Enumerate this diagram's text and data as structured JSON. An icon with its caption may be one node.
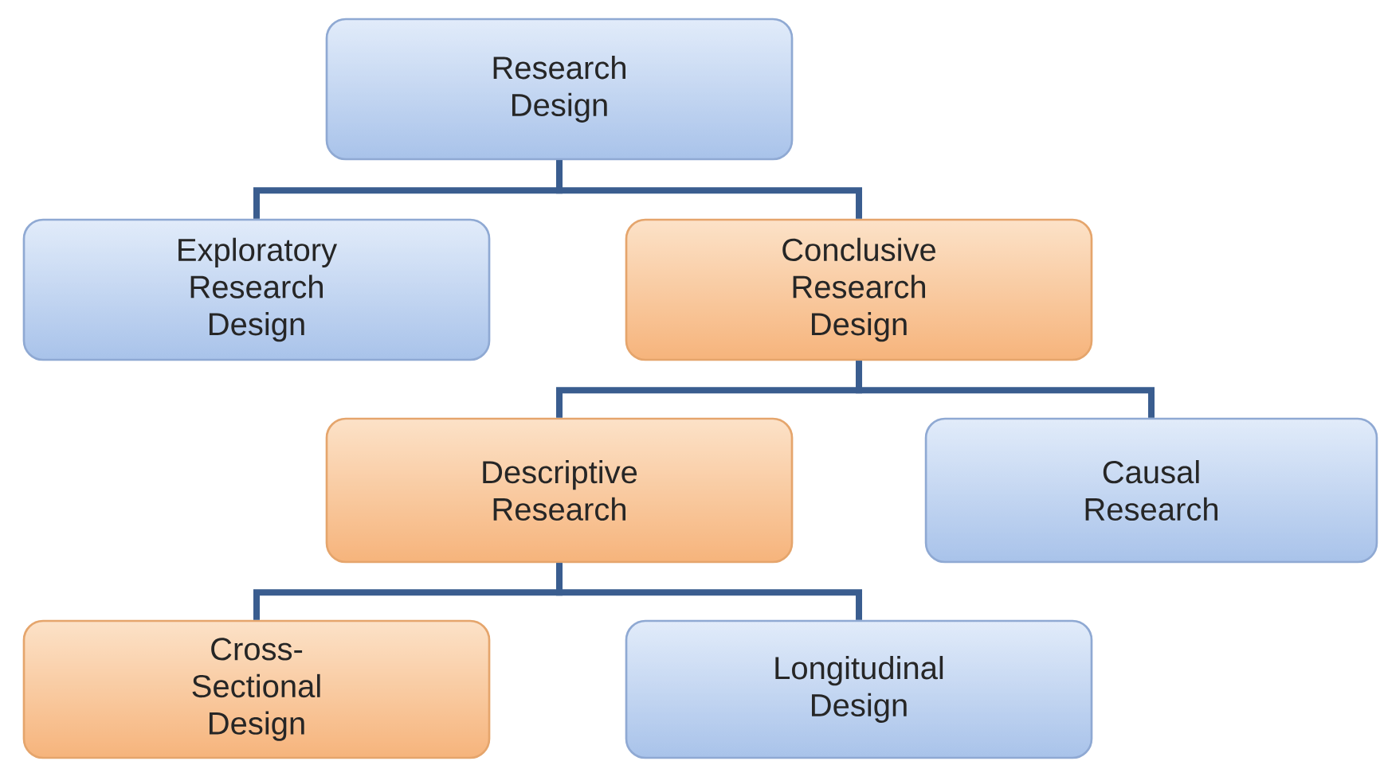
{
  "diagram": {
    "nodes": [
      {
        "text": [
          "Research Design"
        ]
      },
      {
        "text": [
          "Exploratory Research Design"
        ]
      },
      {
        "text": [
          "Conclusive Research Design"
        ]
      },
      {
        "text": [
          "Descriptive Research"
        ]
      },
      {
        "text": [
          "Causal Research"
        ]
      },
      {
        "text": [
          "Cross-Sectional Design"
        ]
      },
      {
        "text": [
          "Longitudinal Design"
        ]
      }
    ],
    "edges": [
      {
        "from": 0,
        "to": 1,
        "arrow": "none"
      },
      {
        "from": 0,
        "to": 2,
        "arrow": "none"
      },
      {
        "from": 2,
        "to": 3,
        "arrow": "none"
      },
      {
        "from": 2,
        "to": 4,
        "arrow": "none"
      },
      {
        "from": 3,
        "to": 5,
        "arrow": "none"
      },
      {
        "from": 3,
        "to": 6,
        "arrow": "none"
      }
    ]
  }
}
